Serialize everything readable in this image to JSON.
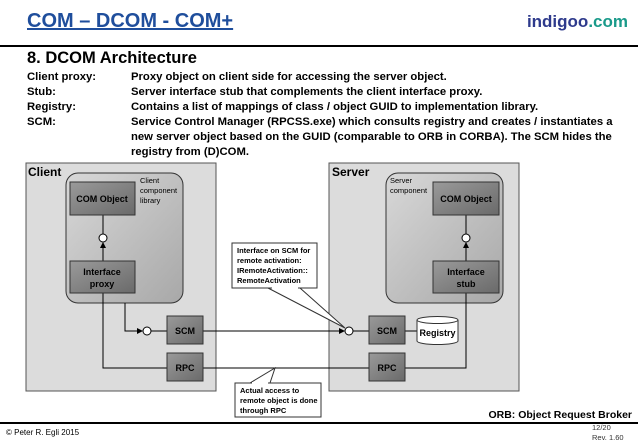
{
  "header": {
    "title": "COM – DCOM - COM+",
    "brand_main": "indigoo",
    "brand_tld": ".com"
  },
  "section_title": "8. DCOM Architecture",
  "definitions": [
    {
      "term": "Client proxy:",
      "desc": "Proxy object on client side for accessing the server object."
    },
    {
      "term": "Stub:",
      "desc": "Server interface stub that complements the client interface proxy."
    },
    {
      "term": "Registry:",
      "desc": "Contains a list of mappings of class / object GUID to implementation library."
    },
    {
      "term": "SCM:",
      "desc": "Service Control Manager (RPCSS.exe) which consults registry and creates / instantiates a new server object based on the GUID (comparable to ORB in CORBA). The SCM hides the registry from (D)COM."
    }
  ],
  "diagram": {
    "client": {
      "label": "Client",
      "library_label": [
        "Client",
        "component",
        "library"
      ],
      "com_object": "COM Object",
      "proxy": [
        "Interface",
        "proxy"
      ],
      "scm": "SCM",
      "rpc": "RPC"
    },
    "server": {
      "label": "Server",
      "component_label": [
        "Server",
        "component"
      ],
      "com_object": "COM Object",
      "stub": [
        "Interface",
        "stub"
      ],
      "scm": "SCM",
      "rpc": "RPC",
      "registry": "Registry"
    },
    "callout_scm": [
      "Interface on SCM for",
      "remote activation:",
      "IRemoteActivation::",
      "RemoteActivation"
    ],
    "callout_rpc": [
      "Actual access to",
      "remote object is done",
      "through RPC"
    ]
  },
  "footer": {
    "copyright": "© Peter R. Egli 2015",
    "note": "ORB: Object Request Broker",
    "page": "12/20",
    "rev": "Rev. 1.60"
  }
}
